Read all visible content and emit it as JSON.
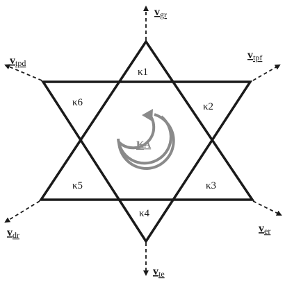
{
  "diagram": {
    "regions": [
      {
        "id": "k1",
        "label": "κ1"
      },
      {
        "id": "k2",
        "label": "κ2"
      },
      {
        "id": "k3",
        "label": "κ3"
      },
      {
        "id": "k4",
        "label": "κ4"
      },
      {
        "id": "k5",
        "label": "κ5"
      },
      {
        "id": "k6",
        "label": "κ6"
      }
    ],
    "center": {
      "main": "κ",
      "sub": "A"
    },
    "vectors": [
      {
        "id": "gr",
        "main": "v",
        "sub": "gr"
      },
      {
        "id": "tpf",
        "main": "v",
        "sub": "tpf"
      },
      {
        "id": "er",
        "main": "v",
        "sub": "er"
      },
      {
        "id": "te",
        "main": "v",
        "sub": "te"
      },
      {
        "id": "dr",
        "main": "v",
        "sub": "dr"
      },
      {
        "id": "tpd",
        "main": "v",
        "sub": "tpd"
      }
    ],
    "colors": {
      "lines": "#1a1a1a",
      "rotation_arrow": "#8a8a8a"
    }
  }
}
